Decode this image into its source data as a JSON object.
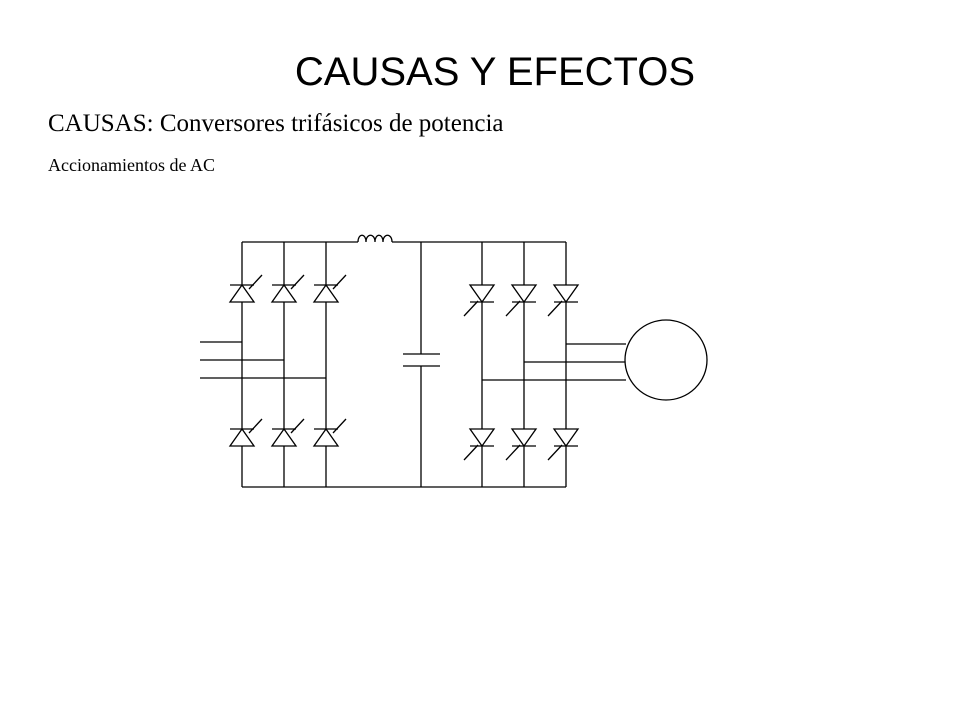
{
  "slide": {
    "title": "CAUSAS  Y EFECTOS",
    "subtitle": "CAUSAS: Conversores trifásicos de potencia",
    "caption": "Accionamientos de AC"
  },
  "diagram": {
    "rectifier_thyristors": 6,
    "inverter_switches": 6,
    "ac_input_phases": 3,
    "motor_phases": 3
  }
}
